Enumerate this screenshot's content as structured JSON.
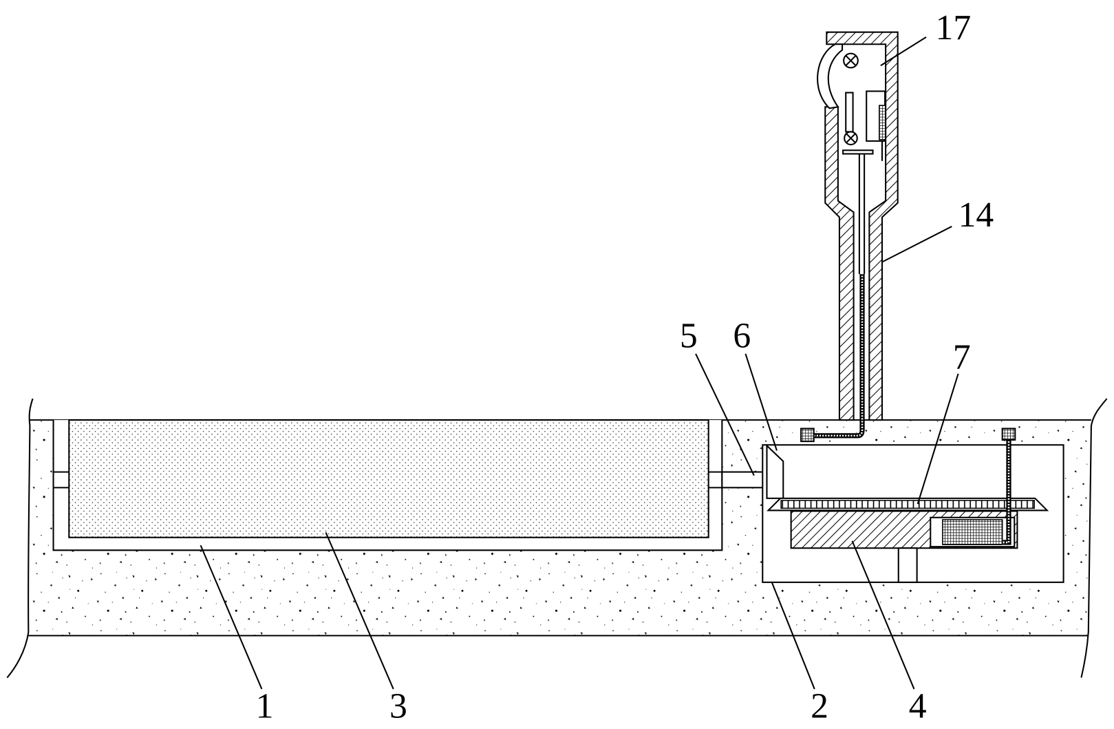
{
  "figure": {
    "callouts": {
      "part_1": "1",
      "part_2": "2",
      "part_3": "3",
      "part_4": "4",
      "part_5": "5",
      "part_6": "6",
      "part_7": "7",
      "part_14": "14",
      "part_17": "17"
    },
    "colors": {
      "line": "#000000",
      "background": "#ffffff"
    }
  }
}
